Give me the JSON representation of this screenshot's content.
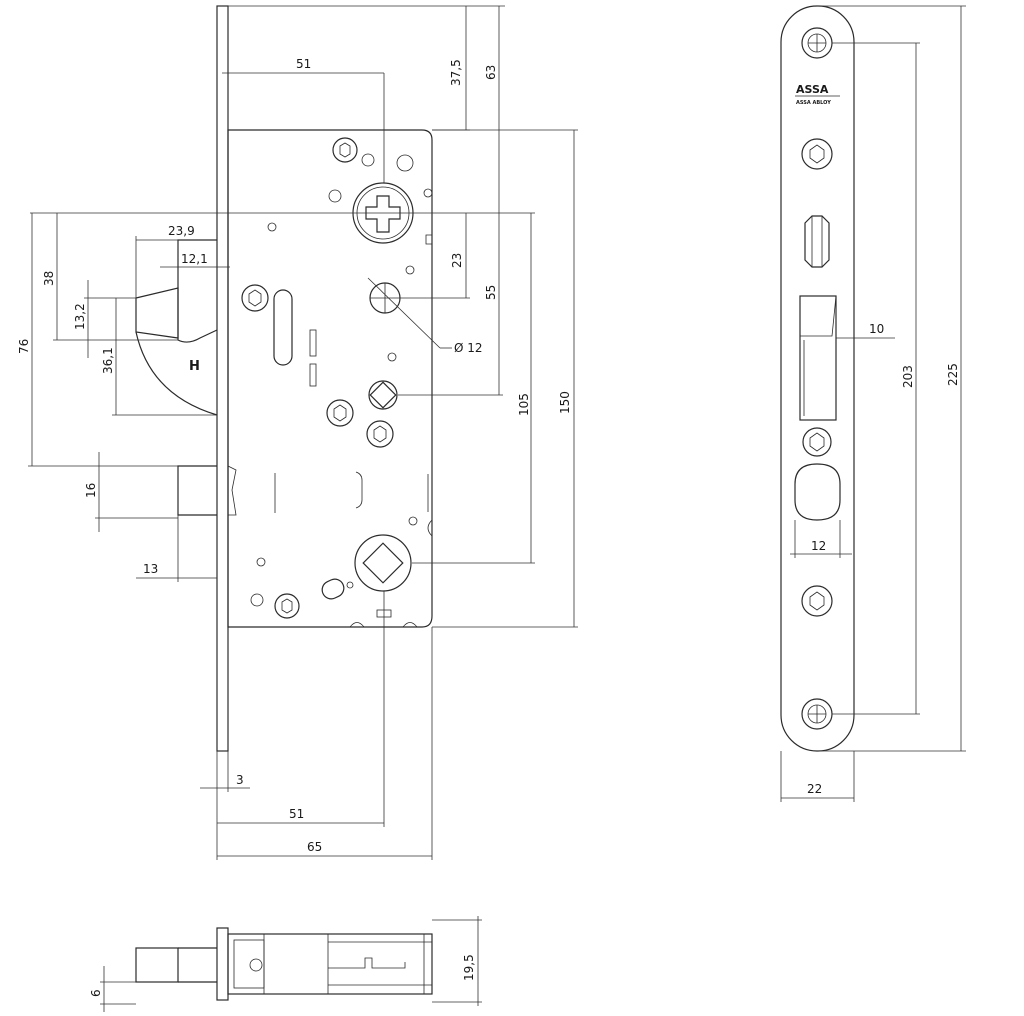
{
  "labels": {
    "d51_top": "51",
    "d37_5": "37,5",
    "d63": "63",
    "d23_9": "23,9",
    "d12_1": "12,1",
    "d38": "38",
    "d13_2": "13,2",
    "d36_1": "36,1",
    "d76": "76",
    "d23": "23",
    "d55": "55",
    "d12_dia": "Ø 12",
    "d105": "105",
    "d150": "150",
    "d16": "16",
    "d13": "13",
    "d3": "3",
    "d51_bottom": "51",
    "d65": "65",
    "latch_mark": "H",
    "d10": "10",
    "d203": "203",
    "d225": "225",
    "d12_strike": "12",
    "d22": "22",
    "d19_5": "19,5",
    "d6": "6"
  },
  "brand": {
    "name": "ASSA",
    "sub": "ASSA ABLOY"
  }
}
